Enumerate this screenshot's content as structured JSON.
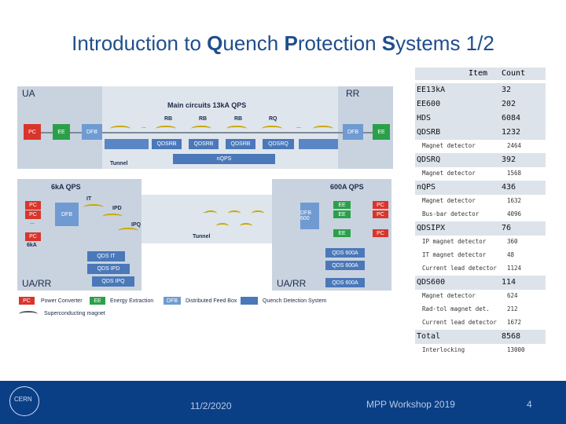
{
  "title": {
    "p1": "Introduction to ",
    "q": "Q",
    "p2": "uench ",
    "p": "P",
    "p3": "rotection ",
    "s": "S",
    "p4": "ystems 1/2"
  },
  "diagram": {
    "top": {
      "left_label": "UA",
      "right_label": "RR",
      "heading": "Main circuits 13kA QPS",
      "rb1": "RB",
      "rb2": "RB",
      "rb3": "RB",
      "rq": "RQ",
      "dots1": "...",
      "dots2": "...",
      "pc": "PC",
      "ee": "EE",
      "dfb": "DFB",
      "dfb_r": "DFB",
      "ee_r": "EE",
      "qds1": "QDSRB",
      "qds2": "QDSRB",
      "qds3": "QDSRB",
      "qds4": "QDSRQ",
      "nqps": "nQPS",
      "tunnel": "Tunnel"
    },
    "bottom": {
      "left_heading": "6kA QPS",
      "right_heading": "600A QPS",
      "pc": "PC",
      "ee": "EE",
      "dfb": "DFB",
      "dfb600": "DFB 600",
      "dots": "...",
      "it": "IT",
      "ipd": "IPD",
      "ipq": "IPQ",
      "tunnel": "Tunnel",
      "sixka": "6kA",
      "qds_it": "QDS IT",
      "qds_ipd": "QDS IPD",
      "qds_ipq": "QDS IPQ",
      "qds600_1": "QDS 600A",
      "qds600_2": "QDS 600A",
      "qds600_3": "QDS 600A",
      "uarr_left": "UA/RR",
      "uarr_right": "UA/RR"
    },
    "legend": {
      "pc": "PC",
      "pc_text": "Power Converter",
      "ee": "EE",
      "ee_text": "Energy Extraction",
      "dfb": "DFB",
      "dfb_text": "Distributed Feed Box",
      "qds_text": "Quench Detection System",
      "magnet_text": "Superconducting magnet"
    }
  },
  "table": {
    "header": {
      "item": "Item",
      "count": "Count"
    },
    "rows": [
      {
        "item": "EE13kA",
        "count": "32",
        "main": true
      },
      {
        "item": "EE600",
        "count": "202",
        "main": true
      },
      {
        "item": "HDS",
        "count": "6084",
        "main": true
      },
      {
        "item": "QDSRB",
        "count": "1232",
        "main": true
      },
      {
        "item": "Magnet detector",
        "count": "2464",
        "main": false
      },
      {
        "item": "QDSRQ",
        "count": "392",
        "main": true
      },
      {
        "item": "Magnet detector",
        "count": "1568",
        "main": false
      },
      {
        "item": "nQPS",
        "count": "436",
        "main": true
      },
      {
        "item": "Magnet detector",
        "count": "1632",
        "main": false
      },
      {
        "item": "Bus-bar detector",
        "count": "4096",
        "main": false
      },
      {
        "item": "QDSIPX",
        "count": "76",
        "main": true
      },
      {
        "item": "IP magnet detector",
        "count": "360",
        "main": false
      },
      {
        "item": "IT magnet detector",
        "count": "48",
        "main": false
      },
      {
        "item": "Current lead detector",
        "count": "1124",
        "main": false
      },
      {
        "item": "QDS600",
        "count": "114",
        "main": true
      },
      {
        "item": "Magnet detector",
        "count": "624",
        "main": false
      },
      {
        "item": "Rad-tol magnet det.",
        "count": "212",
        "main": false
      },
      {
        "item": "Current lead detector",
        "count": "1672",
        "main": false
      },
      {
        "item": "Total",
        "count": "8568",
        "main": true
      },
      {
        "item": "Interlocking",
        "count": "13000",
        "main": false
      }
    ]
  },
  "footer": {
    "date": "11/2/2020",
    "event": "MPP Workshop 2019",
    "page": "4",
    "logo_text": "CERN"
  }
}
